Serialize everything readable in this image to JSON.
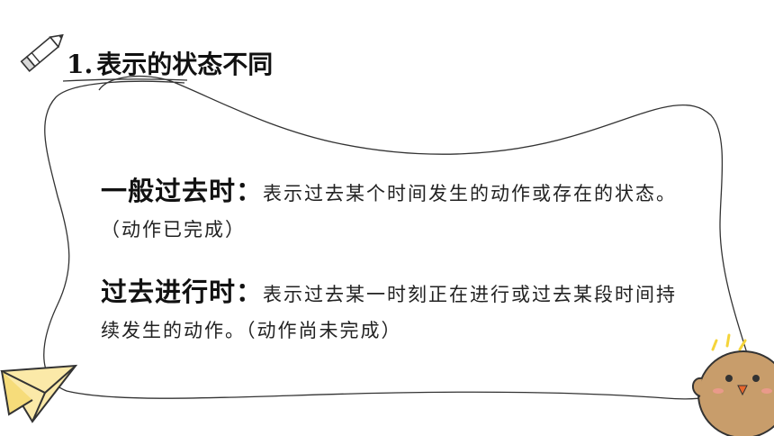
{
  "heading": {
    "number": "1.",
    "title": "表示的状态不同"
  },
  "items": [
    {
      "term": "一般过去时：",
      "text": "表示过去某个时间发生的动作或存在的状态。（动作已完成）"
    },
    {
      "term": "过去进行时：",
      "text": "表示过去某一时刻正在进行或过去某段时间持续发生的动作。（动作尚未完成）"
    }
  ],
  "icons": [
    "pencil-icon",
    "paper-plane-icon",
    "chick-mascot-icon"
  ],
  "colors": {
    "text": "#222222",
    "outline": "#333333",
    "plane": "#fbe9a8",
    "chick": "#c89d6b",
    "sparkle": "#f5d43a"
  }
}
